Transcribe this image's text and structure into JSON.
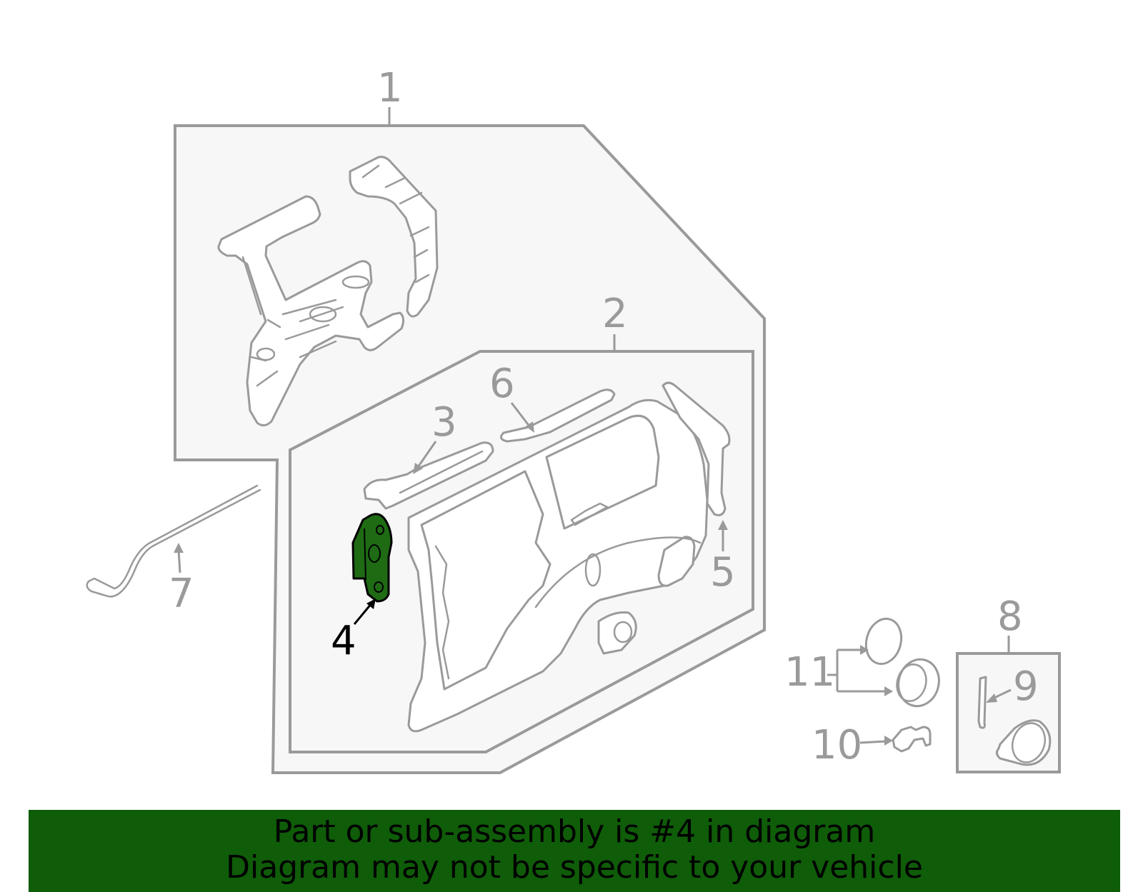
{
  "diagram": {
    "callouts": [
      {
        "id": "1",
        "label": "1"
      },
      {
        "id": "2",
        "label": "2"
      },
      {
        "id": "3",
        "label": "3"
      },
      {
        "id": "4",
        "label": "4"
      },
      {
        "id": "5",
        "label": "5"
      },
      {
        "id": "6",
        "label": "6"
      },
      {
        "id": "7",
        "label": "7"
      },
      {
        "id": "8",
        "label": "8"
      },
      {
        "id": "9",
        "label": "9"
      },
      {
        "id": "10",
        "label": "10"
      },
      {
        "id": "11",
        "label": "11"
      }
    ],
    "highlighted_part": "4",
    "colors": {
      "line_gray": "#9a9a9a",
      "panel_fill": "#f7f7f7",
      "highlight_fill": "#1e6b14",
      "banner_bg": "#0f5c09",
      "text_black": "#000000"
    }
  },
  "banner": {
    "line1": "Part or sub-assembly is #4 in diagram",
    "line2": "Diagram may not be specific to your vehicle"
  }
}
